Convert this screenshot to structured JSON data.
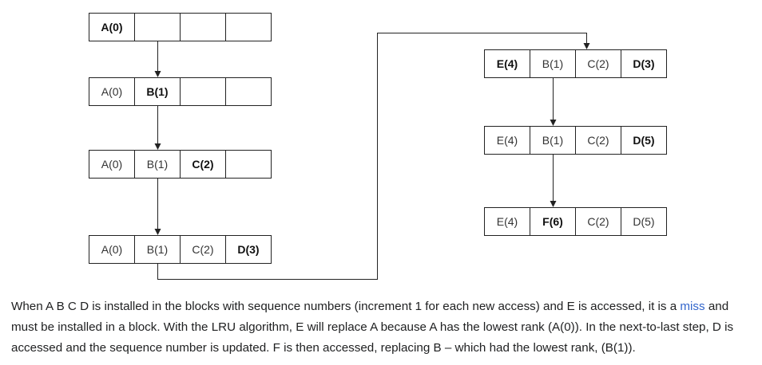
{
  "diagram": {
    "rows": [
      {
        "cells": [
          "A(0)",
          "",
          "",
          ""
        ],
        "bold": [
          0
        ]
      },
      {
        "cells": [
          "A(0)",
          "B(1)",
          "",
          ""
        ],
        "bold": [
          1
        ]
      },
      {
        "cells": [
          "A(0)",
          "B(1)",
          "C(2)",
          ""
        ],
        "bold": [
          2
        ]
      },
      {
        "cells": [
          "A(0)",
          "B(1)",
          "C(2)",
          "D(3)"
        ],
        "bold": [
          3
        ]
      },
      {
        "cells": [
          "E(4)",
          "B(1)",
          "C(2)",
          "D(3)"
        ],
        "bold": [
          0,
          3
        ]
      },
      {
        "cells": [
          "E(4)",
          "B(1)",
          "C(2)",
          "D(5)"
        ],
        "bold": [
          3
        ]
      },
      {
        "cells": [
          "E(4)",
          "F(6)",
          "C(2)",
          "D(5)"
        ],
        "bold": [
          1
        ]
      }
    ]
  },
  "caption": {
    "part1": "When A B C D is installed in the blocks with sequence numbers (increment 1 for each new access) and E is accessed, it is a ",
    "link": "miss",
    "part2": " and must be installed in a block. With the LRU algorithm, E will replace A because A has the lowest rank (A(0)). In the next-to-last step, D is accessed and the sequence number is updated. F is then accessed, replacing B – which had the lowest rank, (B(1))."
  },
  "colors": {
    "line": "#222222",
    "link": "#3366cc"
  }
}
